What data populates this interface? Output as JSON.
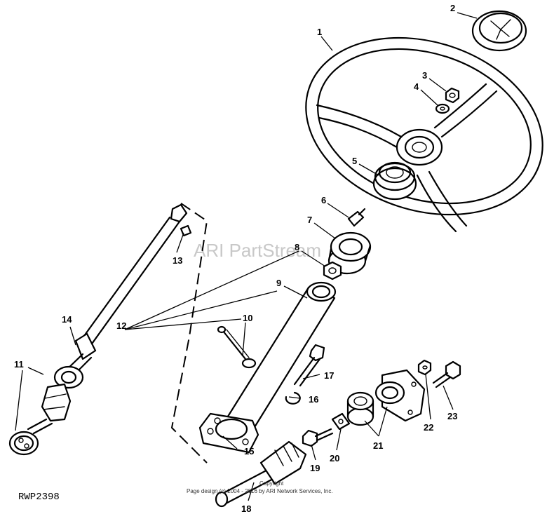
{
  "watermark": "ARI PartStream",
  "drawing_id": "RWP2398",
  "copyright": {
    "line1": "Copyright",
    "line2": "Page design (c) 2004 - 2016 by ARI Network Services, Inc."
  },
  "callouts": {
    "c1": "1",
    "c2": "2",
    "c3": "3",
    "c4": "4",
    "c5": "5",
    "c6": "6",
    "c7": "7",
    "c8": "8",
    "c9": "9",
    "c10": "10",
    "c11": "11",
    "c12": "12",
    "c13": "13",
    "c14": "14",
    "c15": "15",
    "c16": "16",
    "c17": "17",
    "c18": "18",
    "c19": "19",
    "c20": "20",
    "c21": "21",
    "c22": "22",
    "c23": "23"
  }
}
